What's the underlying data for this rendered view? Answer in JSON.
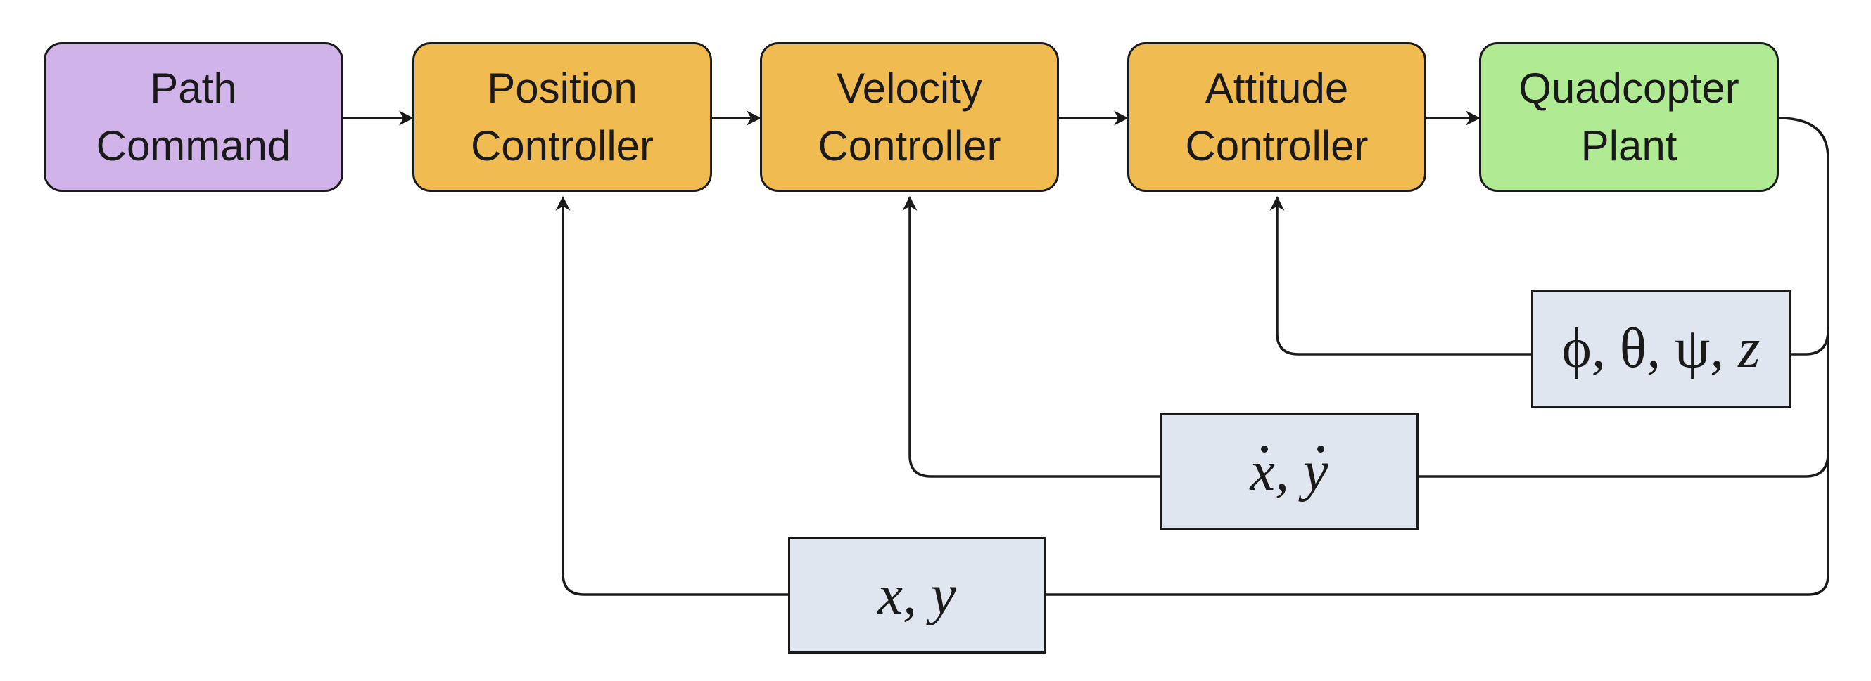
{
  "blocks": {
    "path_command": {
      "label": "Path\nCommand",
      "color": "#cfb3e9"
    },
    "position_controller": {
      "label": "Position\nController",
      "color": "#f0bc52"
    },
    "velocity_controller": {
      "label": "Velocity\nController",
      "color": "#f0bc52"
    },
    "attitude_controller": {
      "label": "Attitude\nController",
      "color": "#f0bc52"
    },
    "quadcopter_plant": {
      "label": "Quadcopter\nPlant",
      "color": "#b0eb94"
    }
  },
  "feedback": {
    "attitude": {
      "phi": "ϕ",
      "theta": "θ",
      "psi": "ψ",
      "z": "z",
      "sep": ", "
    },
    "velocity": {
      "x": "x",
      "y": "y",
      "sep": ", "
    },
    "position": {
      "x": "x",
      "y": "y",
      "sep": ", "
    },
    "box_color": "#dfe6ef"
  }
}
